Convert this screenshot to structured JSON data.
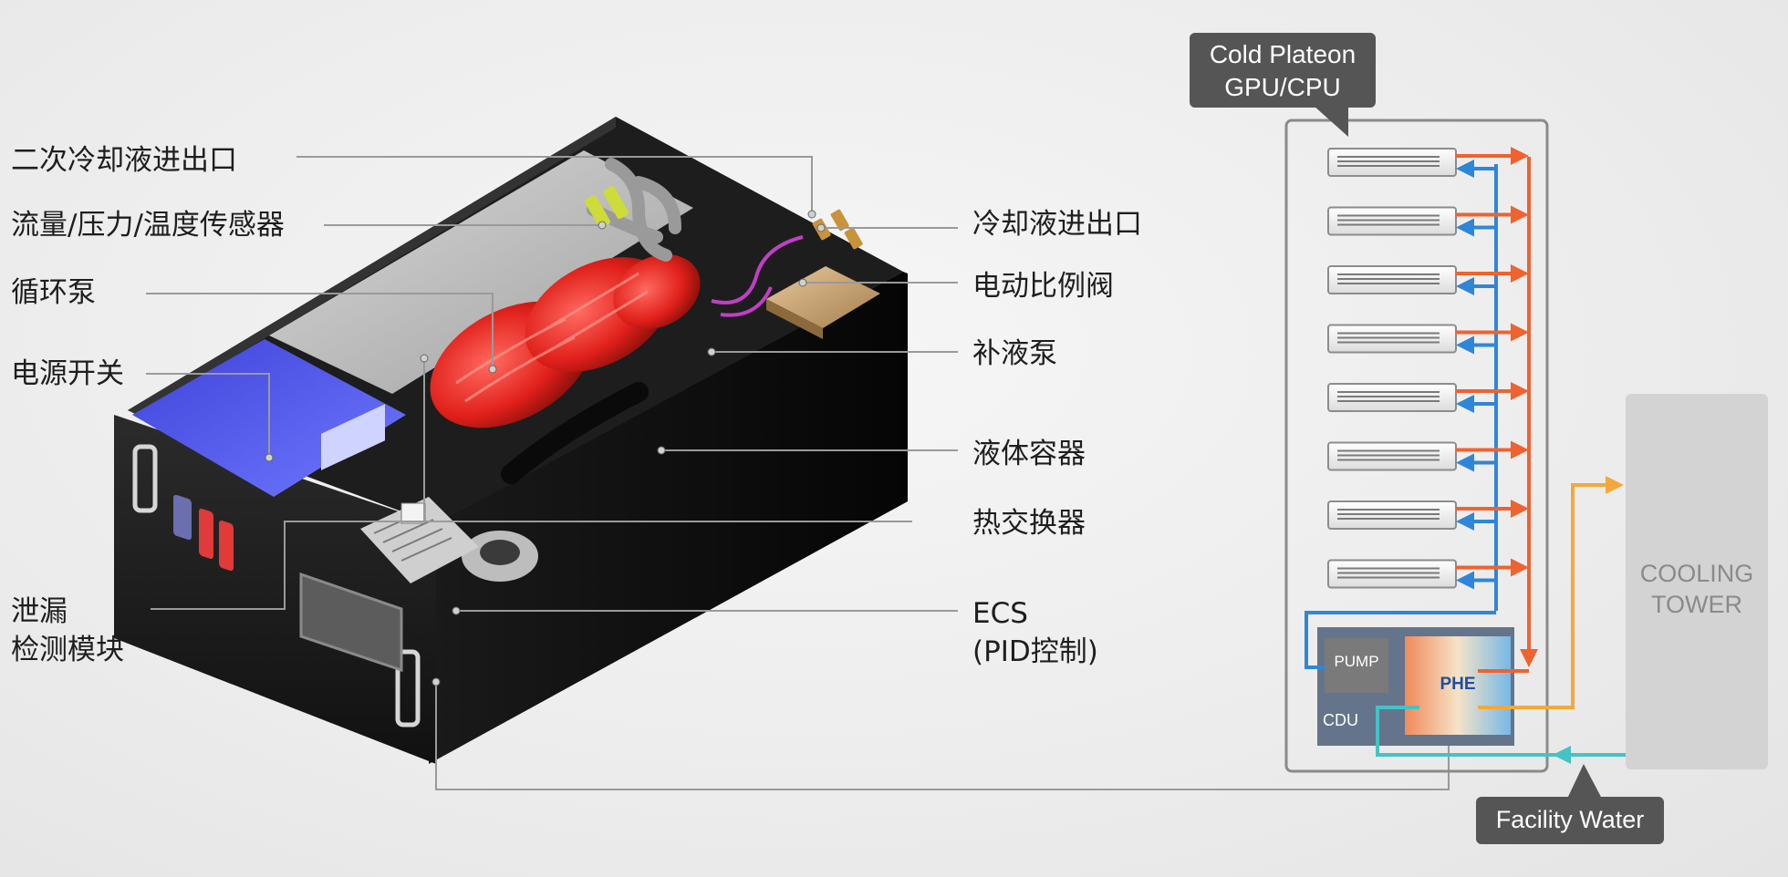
{
  "left_labels": {
    "secondary_coolant_io": "二次冷却液进出口",
    "flow_pressure_temp_sensor": "流量/压力/温度传感器",
    "circulation_pump": "循环泵",
    "power_switch": "电源开关",
    "leak_detection_line1": "泄漏",
    "leak_detection_line2": "检测模块"
  },
  "right_labels": {
    "coolant_io": "冷却液进出口",
    "electric_proportional_valve": "电动比例阀",
    "makeup_pump": "补液泵",
    "liquid_container": "液体容器",
    "heat_exchanger": "热交换器",
    "ecs_line1": "ECS",
    "ecs_line2": "(PID控制)"
  },
  "schematic": {
    "cold_plate_callout_line1": "Cold Plateon",
    "cold_plate_callout_line2": "GPU/CPU",
    "pump": "PUMP",
    "phe": "PHE",
    "cdu": "CDU",
    "cooling_tower_line1": "COOLING",
    "cooling_tower_line2": "TOWER",
    "facility_water": "Facility Water",
    "cold_plate_count": 8
  },
  "colors": {
    "hot_line": "#f0622f",
    "cold_line": "#2f86d8",
    "tower_supply": "#f5a83a",
    "tower_return": "#44c3c6",
    "callout_bg": "#555555",
    "cdu_frame": "#64748a",
    "tower_fill": "#d3d3d3"
  }
}
